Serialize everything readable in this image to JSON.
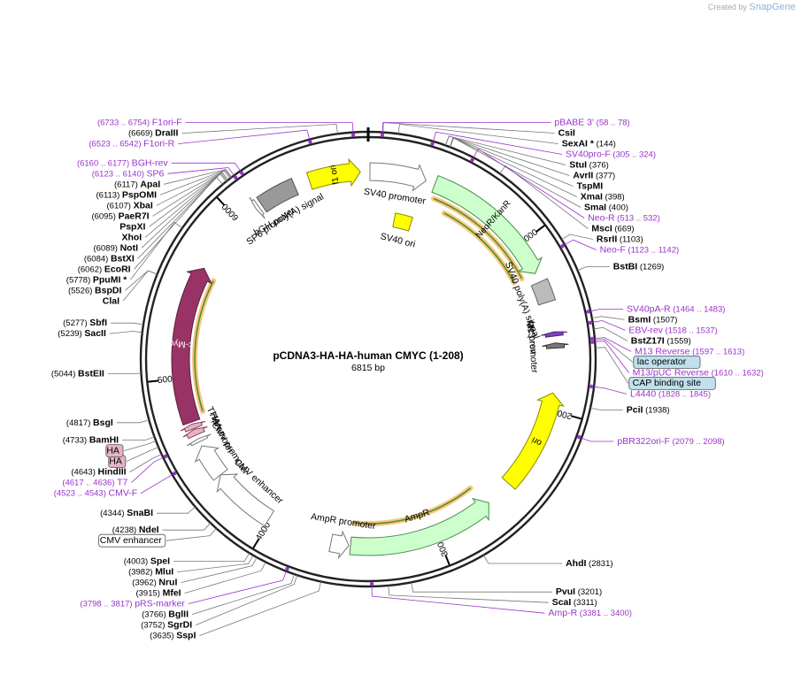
{
  "credit": {
    "prefix": "Created by",
    "brand": "SnapGene"
  },
  "plasmid": {
    "name": "pCDNA3-HA-HA-human CMYC (1-208)",
    "length_label": "6815 bp",
    "length": 6815
  },
  "ticks": [
    {
      "pos": 1000,
      "label": "1000"
    },
    {
      "pos": 2000,
      "label": "2000"
    },
    {
      "pos": 3000,
      "label": "3000"
    },
    {
      "pos": 4000,
      "label": "4000"
    },
    {
      "pos": 5000,
      "label": "5000"
    },
    {
      "pos": 6000,
      "label": "6000"
    }
  ],
  "features": [
    {
      "name": "f1 ori",
      "start": 6470,
      "end": 6770,
      "dir": 1,
      "color": "#ffff00",
      "stroke": "#8a8a00",
      "label_inside": true
    },
    {
      "name": "SV40 promoter",
      "start": 10,
      "end": 340,
      "dir": 1,
      "color": "#ffffff",
      "stroke": "#777777"
    },
    {
      "name": "SV40 ori",
      "start": 200,
      "end": 330,
      "dir": 0,
      "color": "#ffff00",
      "stroke": "#8a8a00",
      "inner": true
    },
    {
      "name": "NeoR/KanR",
      "start": 395,
      "end": 1190,
      "dir": 1,
      "color": "#ccffcc",
      "stroke": "#4a8a4a",
      "label_inside": true
    },
    {
      "name": "SV40 poly(A) signal",
      "start": 1245,
      "end": 1370,
      "dir": 0,
      "color": "#bbbbbb",
      "stroke": "#666666"
    },
    {
      "name": "M13 rev",
      "start": 1545,
      "end": 1570,
      "dir": -1,
      "color": "#7f3fbf",
      "stroke": "#4a2a6a"
    },
    {
      "name": "lac promoter",
      "start": 1610,
      "end": 1640,
      "dir": -1,
      "color": "#777777",
      "stroke": "#333333"
    },
    {
      "name": "ori",
      "start": 1900,
      "end": 2490,
      "dir": -1,
      "color": "#ffff00",
      "stroke": "#8a8a00",
      "label_inside": true
    },
    {
      "name": "AmpR",
      "start": 2650,
      "end": 3510,
      "dir": -1,
      "color": "#ccffcc",
      "stroke": "#4a8a4a"
    },
    {
      "name": "AmpR promoter",
      "start": 3520,
      "end": 3625,
      "dir": -1,
      "color": "#ffffff",
      "stroke": "#777777"
    },
    {
      "name": "CMV enhancer",
      "start": 4010,
      "end": 4390,
      "dir": 1,
      "color": "#ffffff",
      "stroke": "#777777"
    },
    {
      "name": "CMV promoter",
      "start": 4390,
      "end": 4590,
      "dir": 1,
      "color": "#ffffff",
      "stroke": "#777777"
    },
    {
      "name": "T7 promoter",
      "start": 4617,
      "end": 4636,
      "dir": 1,
      "color": "#ffffff",
      "stroke": "#777777"
    },
    {
      "name": "HA",
      "start": 4660,
      "end": 4695,
      "dir": 1,
      "color": "#e6b3c6",
      "stroke": "#8a4a5f"
    },
    {
      "name": "HA",
      "start": 4700,
      "end": 4728,
      "dir": 1,
      "color": "#e6b3c6",
      "stroke": "#8a4a5f"
    },
    {
      "name": "c-Myc",
      "start": 4740,
      "end": 5660,
      "dir": 1,
      "color": "#993366",
      "stroke": "#5a1f3d",
      "label_inside": true
    },
    {
      "name": "SP6 promoter",
      "start": 6120,
      "end": 6140,
      "dir": -1,
      "color": "#ffffff",
      "stroke": "#777777"
    },
    {
      "name": "bGH poly(A) signal",
      "start": 6160,
      "end": 6380,
      "dir": 0,
      "color": "#999999",
      "stroke": "#555555"
    }
  ],
  "orfs": [
    {
      "start": 420,
      "end": 1180,
      "dir": 1
    },
    {
      "start": 520,
      "end": 1180,
      "dir": -1
    },
    {
      "start": 2680,
      "end": 3500,
      "dir": -1
    },
    {
      "start": 4780,
      "end": 5620,
      "dir": 1
    }
  ],
  "enzymes": [
    {
      "name": "DraIII",
      "pos": "(6669)",
      "bp": 6669
    },
    {
      "name": "CsiI",
      "pos": "",
      "bp": 70
    },
    {
      "name": "SexAI *",
      "pos": "(144)",
      "bp": 144
    },
    {
      "name": "StuI",
      "pos": "(376)",
      "bp": 376
    },
    {
      "name": "AvrII",
      "pos": "(377)",
      "bp": 377
    },
    {
      "name": "TspMI",
      "pos": "",
      "bp": 398
    },
    {
      "name": "XmaI",
      "pos": "(398)",
      "bp": 398
    },
    {
      "name": "SmaI",
      "pos": "(400)",
      "bp": 400
    },
    {
      "name": "MscI",
      "pos": "(669)",
      "bp": 669
    },
    {
      "name": "RsrII",
      "pos": "(1103)",
      "bp": 1103
    },
    {
      "name": "BstBI",
      "pos": "(1269)",
      "bp": 1269
    },
    {
      "name": "BsmI",
      "pos": "(1507)",
      "bp": 1507
    },
    {
      "name": "BstZ17I",
      "pos": "(1559)",
      "bp": 1559
    },
    {
      "name": "PciI",
      "pos": "(1938)",
      "bp": 1938
    },
    {
      "name": "AhdI",
      "pos": "(2831)",
      "bp": 2831
    },
    {
      "name": "PvuI",
      "pos": "(3201)",
      "bp": 3201
    },
    {
      "name": "ScaI",
      "pos": "(3311)",
      "bp": 3311
    },
    {
      "name": "SspI",
      "pos": "(3635)",
      "bp": 3635
    },
    {
      "name": "SgrDI",
      "pos": "(3752)",
      "bp": 3752
    },
    {
      "name": "BglII",
      "pos": "(3766)",
      "bp": 3766
    },
    {
      "name": "MfeI",
      "pos": "(3915)",
      "bp": 3915
    },
    {
      "name": "NruI",
      "pos": "(3962)",
      "bp": 3962
    },
    {
      "name": "MluI",
      "pos": "(3982)",
      "bp": 3982
    },
    {
      "name": "SpeI",
      "pos": "(4003)",
      "bp": 4003
    },
    {
      "name": "NdeI",
      "pos": "(4238)",
      "bp": 4238
    },
    {
      "name": "SnaBI",
      "pos": "(4344)",
      "bp": 4344
    },
    {
      "name": "HindIII",
      "pos": "(4643)",
      "bp": 4643
    },
    {
      "name": "BamHI",
      "pos": "(4733)",
      "bp": 4733
    },
    {
      "name": "BsgI",
      "pos": "(4817)",
      "bp": 4817
    },
    {
      "name": "BstEII",
      "pos": "(5044)",
      "bp": 5044
    },
    {
      "name": "SacII",
      "pos": "(5239)",
      "bp": 5239
    },
    {
      "name": "SbfI",
      "pos": "(5277)",
      "bp": 5277
    },
    {
      "name": "BspDI",
      "pos": "(5526)",
      "bp": 5526
    },
    {
      "name": "ClaI",
      "pos": "",
      "bp": 5526
    },
    {
      "name": "PpuMI *",
      "pos": "(5778)",
      "bp": 5778
    },
    {
      "name": "EcoRI",
      "pos": "(6062)",
      "bp": 6062
    },
    {
      "name": "BstXI",
      "pos": "(6084)",
      "bp": 6084
    },
    {
      "name": "NotI",
      "pos": "(6089)",
      "bp": 6089
    },
    {
      "name": "PaeR7I",
      "pos": "(6095)",
      "bp": 6095
    },
    {
      "name": "PspXI",
      "pos": "",
      "bp": 6095
    },
    {
      "name": "XhoI",
      "pos": "",
      "bp": 6095
    },
    {
      "name": "XbaI",
      "pos": "(6107)",
      "bp": 6107
    },
    {
      "name": "PspOMI",
      "pos": "(6113)",
      "bp": 6113
    },
    {
      "name": "ApaI",
      "pos": "(6117)",
      "bp": 6117
    }
  ],
  "primers": [
    {
      "name": "F1ori-F",
      "pos": "(6733 .. 6754)",
      "bp": 6743
    },
    {
      "name": "pBABE 3'",
      "pos": "(58 .. 78)",
      "bp": 68
    },
    {
      "name": "F1ori-R",
      "pos": "(6523 .. 6542)",
      "bp": 6532
    },
    {
      "name": "SV40pro-F",
      "pos": "(305 .. 324)",
      "bp": 314
    },
    {
      "name": "BGH-rev",
      "pos": "(6160 .. 6177)",
      "bp": 6168
    },
    {
      "name": "SP6",
      "pos": "(6123 .. 6140)",
      "bp": 6131
    },
    {
      "name": "Neo-R",
      "pos": "(513 .. 532)",
      "bp": 522
    },
    {
      "name": "Neo-F",
      "pos": "(1123 .. 1142)",
      "bp": 1132
    },
    {
      "name": "SV40pA-R",
      "pos": "(1464 .. 1483)",
      "bp": 1473
    },
    {
      "name": "EBV-rev",
      "pos": "(1518 .. 1537)",
      "bp": 1527
    },
    {
      "name": "M13 Reverse",
      "pos": "(1597 .. 1613)",
      "bp": 1605
    },
    {
      "name": "M13/pUC Reverse",
      "pos": "(1610 .. 1632)",
      "bp": 1621
    },
    {
      "name": "L4440",
      "pos": "(1828 .. 1845)",
      "bp": 1836
    },
    {
      "name": "pBR322ori-F",
      "pos": "(2079 .. 2098)",
      "bp": 2088
    },
    {
      "name": "Amp-R",
      "pos": "(3381 .. 3400)",
      "bp": 3390
    },
    {
      "name": "pRS-marker",
      "pos": "(3798 .. 3817)",
      "bp": 3807
    },
    {
      "name": "T7",
      "pos": "(4617 .. 4636)",
      "bp": 4626
    },
    {
      "name": "CMV-F",
      "pos": "(4523 .. 4543)",
      "bp": 4533
    }
  ],
  "boxed_labels": [
    {
      "name": "lac operator",
      "style": "blue",
      "bp": 1612
    },
    {
      "name": "CAP binding site",
      "style": "blue",
      "bp": 1650
    },
    {
      "name": "HA",
      "style": "pink",
      "bp": 4680
    },
    {
      "name": "HA",
      "style": "pink",
      "bp": 4712
    },
    {
      "name": "CMV enhancer",
      "style": "white",
      "bp": 4200
    }
  ]
}
